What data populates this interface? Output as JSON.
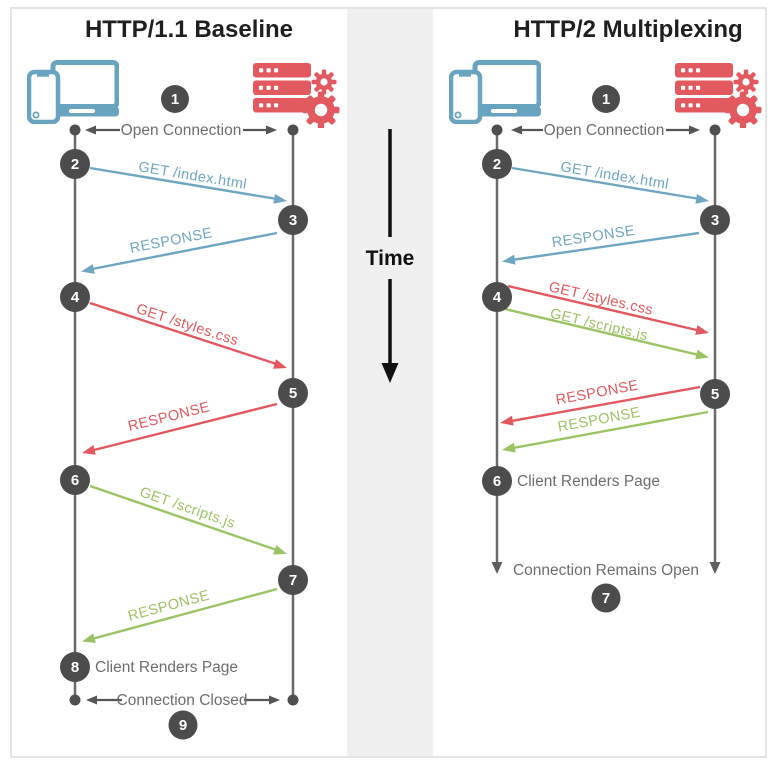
{
  "left_panel": {
    "title": "HTTP/1.1 Baseline",
    "open_connection_label": "Open Connection",
    "steps": [
      "1",
      "2",
      "3",
      "4",
      "5",
      "6",
      "7",
      "8",
      "9"
    ],
    "messages": {
      "request_index": "GET /index.html",
      "response_index": "RESPONSE",
      "request_styles": "GET /styles.css",
      "response_styles": "RESPONSE",
      "request_scripts": "GET /scripts.js",
      "response_scripts": "RESPONSE"
    },
    "client_renders_label": "Client Renders Page",
    "connection_closed_label": "Connection Closed"
  },
  "center": {
    "time_label": "Time"
  },
  "right_panel": {
    "title": "HTTP/2 Multiplexing",
    "open_connection_label": "Open Connection",
    "steps": [
      "1",
      "2",
      "3",
      "4",
      "5",
      "6",
      "7"
    ],
    "messages": {
      "request_index": "GET /index.html",
      "response_index": "RESPONSE",
      "request_styles": "GET /styles.css",
      "request_scripts": "GET /scripts.js",
      "response_styles": "RESPONSE",
      "response_scripts": "RESPONSE"
    },
    "client_renders_label": "Client Renders Page",
    "connection_open_label": "Connection Remains Open"
  },
  "icons": {
    "client": "client-devices-icon",
    "server": "server-gears-icon"
  },
  "colors": {
    "blue_index": "#6ea6c2",
    "red_styles": "#e2585e",
    "green_scripts": "#9cc363",
    "step_circle": "#4c4c4c",
    "lifeline": "#696969",
    "gray_label": "#6d6d6d",
    "time_band": "#f0f0f0",
    "frame_border": "#dcdcdc"
  }
}
